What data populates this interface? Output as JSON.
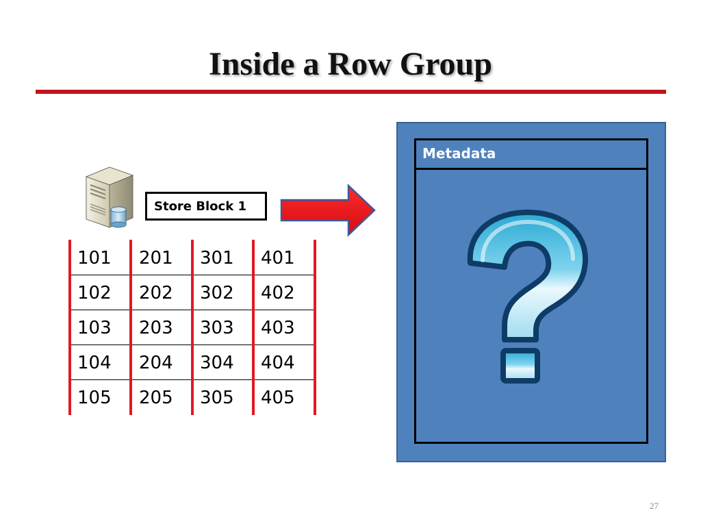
{
  "slide": {
    "title": "Inside a Row Group",
    "page_number": "27"
  },
  "store_block": {
    "label": "Store Block 1",
    "icon": "server-database-icon"
  },
  "arrow": {
    "icon": "right-arrow-icon",
    "color": "#e8101c"
  },
  "grid": {
    "columns": [
      [
        "101",
        "102",
        "103",
        "104",
        "105"
      ],
      [
        "201",
        "202",
        "203",
        "204",
        "205"
      ],
      [
        "301",
        "302",
        "303",
        "304",
        "305"
      ],
      [
        "401",
        "402",
        "403",
        "404",
        "405"
      ]
    ]
  },
  "metadata": {
    "header": "Metadata",
    "icon": "question-mark-icon",
    "panel_color": "#4f81bd"
  },
  "colors": {
    "accent_red": "#c0141c",
    "column_border": "#e01a24"
  }
}
